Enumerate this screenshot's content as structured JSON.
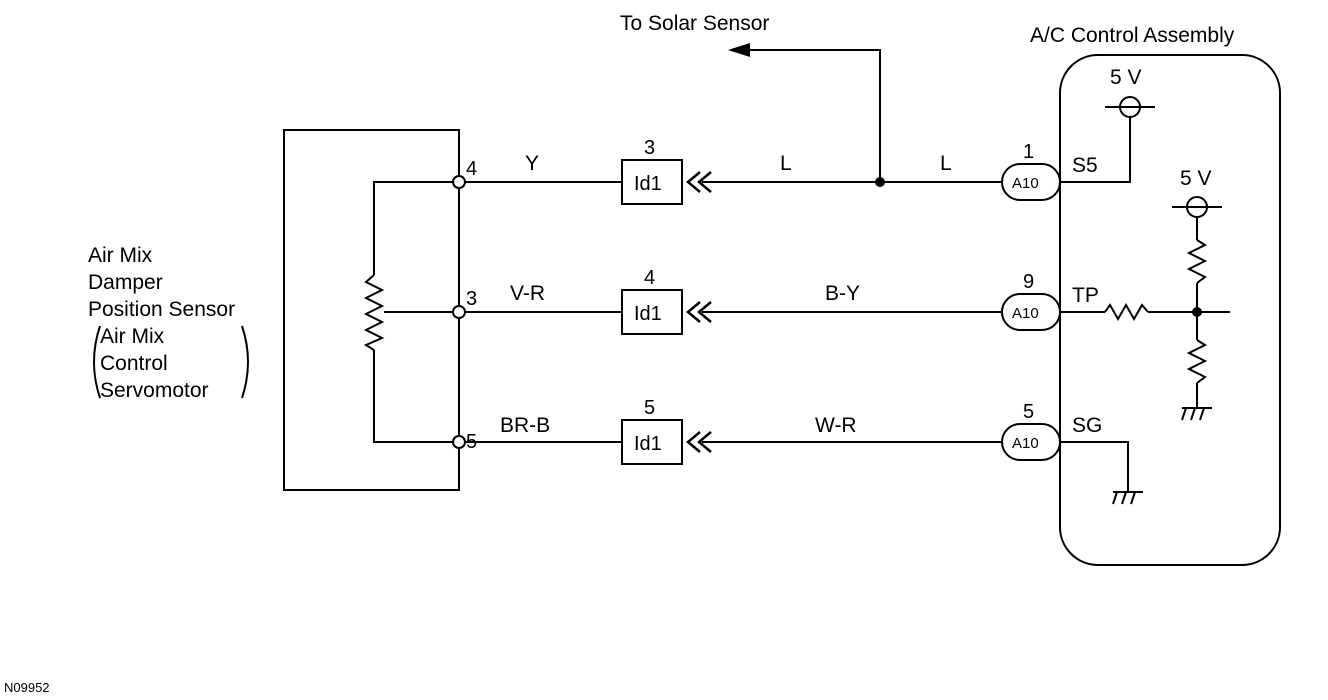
{
  "solar_sensor_label": "To Solar Sensor",
  "ac_control_title": "A/C Control Assembly",
  "sensor": {
    "line1": "Air Mix",
    "line2": "Damper",
    "line3": "Position Sensor",
    "sub1": "Air Mix",
    "sub2": "Control",
    "sub3": "Servomotor"
  },
  "sensor_pins": [
    "4",
    "3",
    "5"
  ],
  "left_wires": [
    "Y",
    "V-R",
    "BR-B"
  ],
  "connector_label": "Id1",
  "connector_pins": [
    "3",
    "4",
    "5"
  ],
  "right_wires": [
    "L",
    "B-Y",
    "W-R"
  ],
  "branch_wire": "L",
  "ecu_connector_label": "A10",
  "ecu_pins": [
    "1",
    "9",
    "5"
  ],
  "terminals": [
    "S5",
    "TP",
    "SG"
  ],
  "supply_label_1": "5 V",
  "supply_label_2": "5 V",
  "figure_code": "N09952"
}
